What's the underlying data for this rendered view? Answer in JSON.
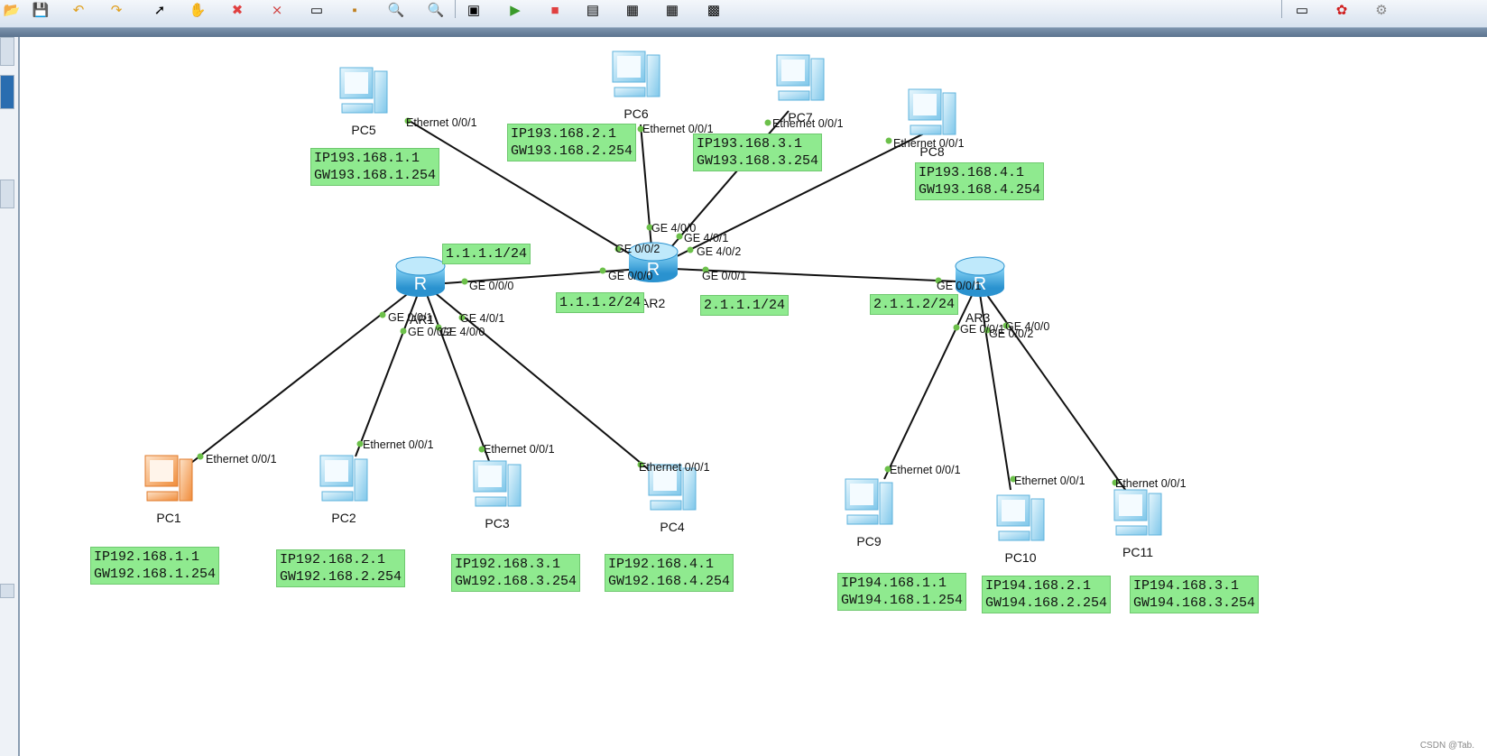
{
  "colors": {
    "link": "#111111",
    "port_dot": "#6cc04a",
    "note_bg": "#8fea8f",
    "router": "#4bb8e8",
    "pc": "#a9ddf5",
    "pc_selected": "#f5a35a"
  },
  "toolbar": {
    "icons": [
      "save-icon",
      "undo-icon",
      "redo-icon",
      "pointer-icon",
      "hand-icon",
      "delete-icon",
      "delete-link-icon",
      "text-icon",
      "palette-icon",
      "zoom-in-icon",
      "zoom-out-icon",
      "fit-icon",
      "start-icon",
      "stop-icon",
      "capture-icon",
      "topology-icon",
      "grid-icon",
      "cli-icon",
      "chat-icon",
      "huawei-icon",
      "settings-icon"
    ]
  },
  "routers": [
    {
      "id": "AR1",
      "label": "AR1"
    },
    {
      "id": "AR2",
      "label": "AR2"
    },
    {
      "id": "AR3",
      "label": "AR3"
    }
  ],
  "pcs": [
    {
      "id": "PC1",
      "label": "PC1",
      "selected": true
    },
    {
      "id": "PC2",
      "label": "PC2"
    },
    {
      "id": "PC3",
      "label": "PC3"
    },
    {
      "id": "PC4",
      "label": "PC4"
    },
    {
      "id": "PC5",
      "label": "PC5"
    },
    {
      "id": "PC6",
      "label": "PC6"
    },
    {
      "id": "PC7",
      "label": "PC7"
    },
    {
      "id": "PC8",
      "label": "PC8"
    },
    {
      "id": "PC9",
      "label": "PC9"
    },
    {
      "id": "PC10",
      "label": "PC10"
    },
    {
      "id": "PC11",
      "label": "PC11"
    }
  ],
  "ports": {
    "pc_eth": "Ethernet 0/0/1",
    "ge000": "GE 0/0/0",
    "ge001": "GE 0/0/1",
    "ge002": "GE 0/0/2",
    "ge400": "GE 4/0/0",
    "ge401": "GE 4/0/1",
    "ge402": "GE 4/0/2"
  },
  "notes": {
    "pc1": "IP192.168.1.1\nGW192.168.1.254",
    "pc2": "IP192.168.2.1\nGW192.168.2.254",
    "pc3": "IP192.168.3.1\nGW192.168.3.254",
    "pc4": "IP192.168.4.1\nGW192.168.4.254",
    "pc5": "IP193.168.1.1\nGW193.168.1.254",
    "pc6": "IP193.168.2.1\nGW193.168.2.254",
    "pc7": "IP193.168.3.1\nGW193.168.3.254",
    "pc8": "IP193.168.4.1\nGW193.168.4.254",
    "pc9": "IP194.168.1.1\nGW194.168.1.254",
    "pc10": "IP194.168.2.1\nGW194.168.2.254",
    "pc11": "IP194.168.3.1\nGW194.168.3.254",
    "ar1_link": "1.1.1.1/24",
    "ar2_link_left": "1.1.1.2/24",
    "ar2_link_right": "2.1.1.1/24",
    "ar3_link": "2.1.1.2/24"
  },
  "watermark": "CSDN @Tab."
}
